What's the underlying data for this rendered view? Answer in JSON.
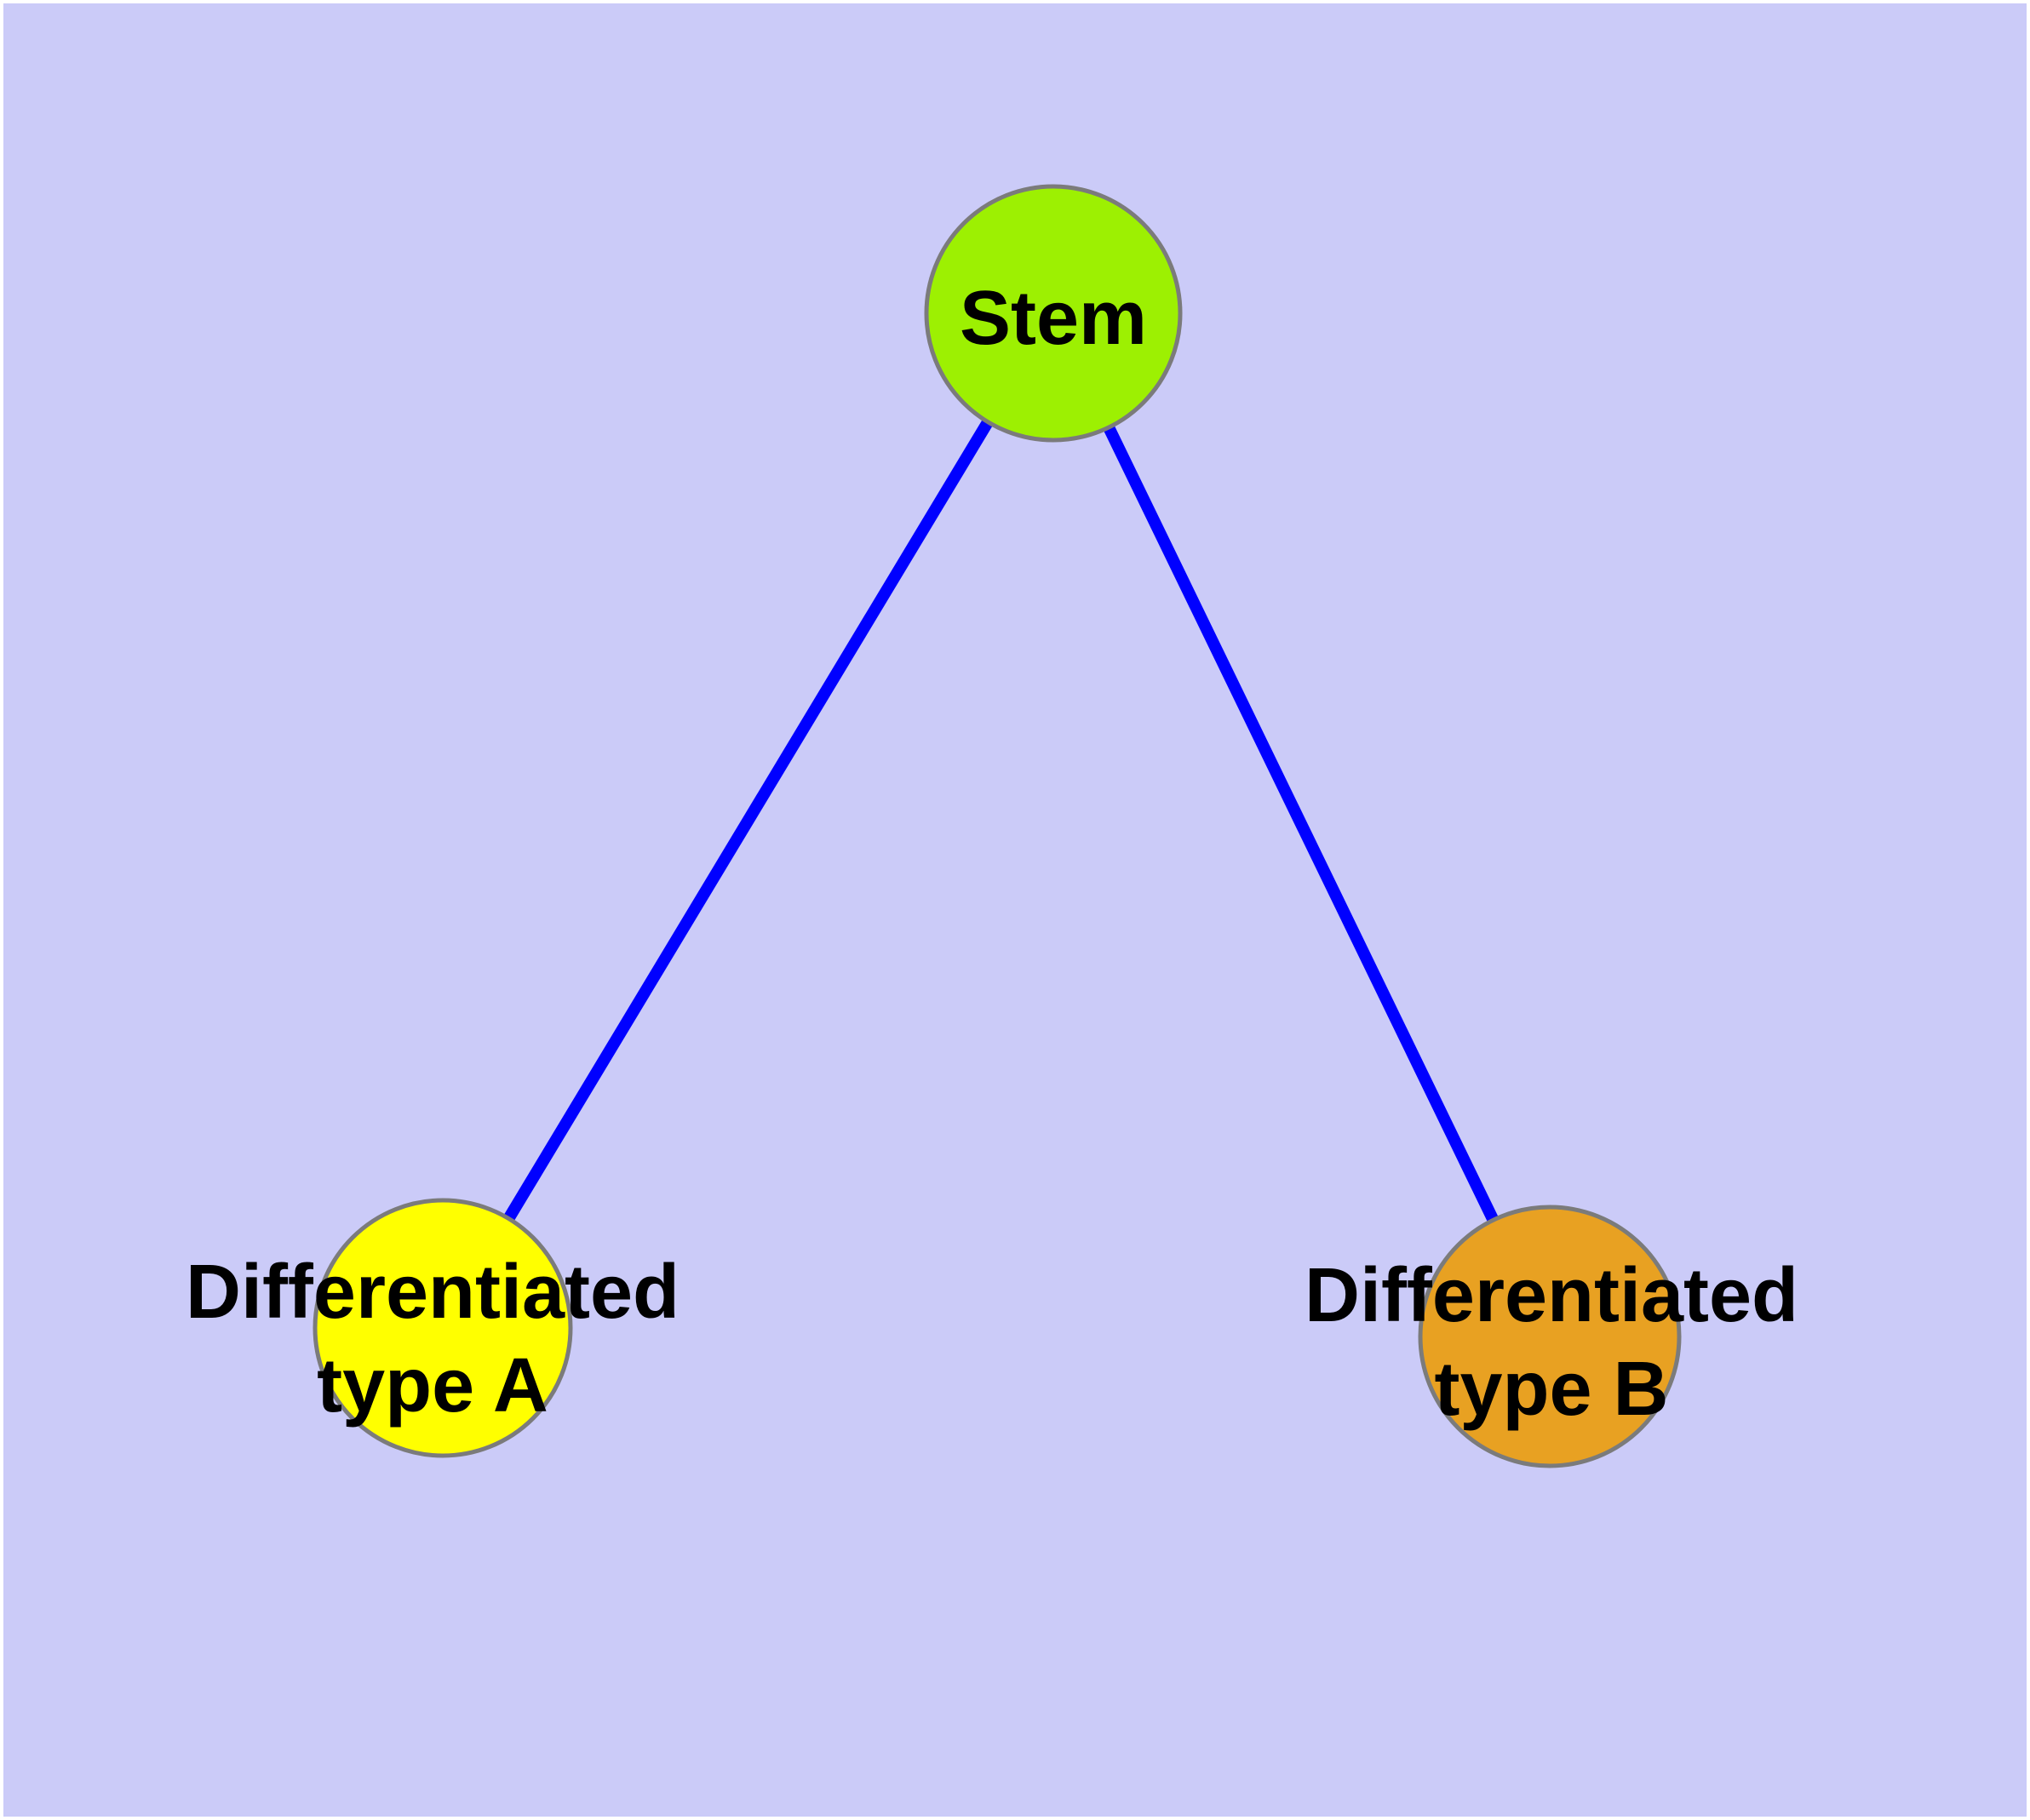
{
  "diagram": {
    "type": "graph",
    "description": "Cell differentiation graph: a stem node connected to two differentiated cell type nodes",
    "colors": {
      "margin": "#ffffff",
      "background": "#cbcbf8",
      "edge": "#0000ff",
      "node_border": "#7b7b7b",
      "label_text": "#000000"
    },
    "nodes": [
      {
        "id": "stem",
        "label": "Stem",
        "fill": "#9df002"
      },
      {
        "id": "diff-a",
        "label_line1": "Differentiated",
        "label_line2": "type A",
        "fill": "#ffff00"
      },
      {
        "id": "diff-b",
        "label_line1": "Differentiated",
        "label_line2": "type B",
        "fill": "#e8a122"
      }
    ],
    "edges": [
      {
        "from": "Stem",
        "to": "Differentiated type A"
      },
      {
        "from": "Stem",
        "to": "Differentiated type B"
      }
    ]
  }
}
